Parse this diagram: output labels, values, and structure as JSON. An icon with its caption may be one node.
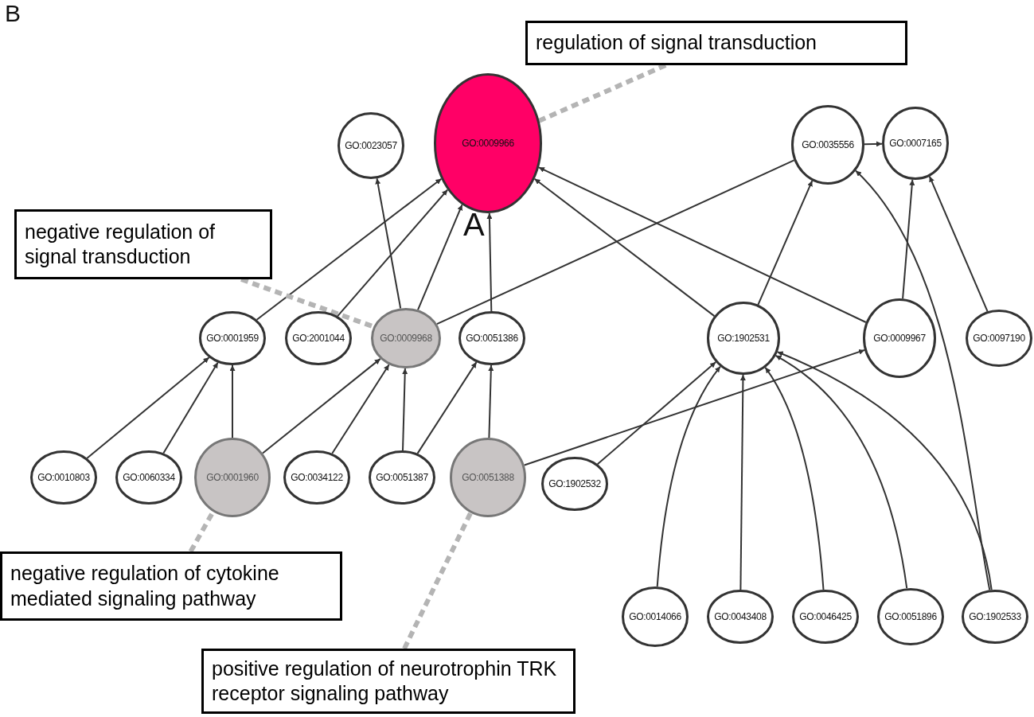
{
  "diagram": {
    "nodes": [
      {
        "text": [
          "regulation of signal transduction"
        ]
      },
      {
        "text": [
          "GO:0023057"
        ]
      },
      {
        "text": [
          "GO:0009966"
        ]
      },
      {
        "text": [
          "GO:0035556"
        ]
      },
      {
        "text": [
          "GO:0007165"
        ]
      },
      {
        "text": [
          "negative regulation of signal transduction"
        ]
      },
      {
        "text": [
          "GO:0001959"
        ]
      },
      {
        "text": [
          "GO:2001044"
        ]
      },
      {
        "text": [
          "GO:0009968"
        ]
      },
      {
        "text": [
          "GO:0051386"
        ]
      },
      {
        "text": [
          "GO:1902531"
        ]
      },
      {
        "text": [
          "GO:0009967"
        ]
      },
      {
        "text": [
          "GO:0097190"
        ]
      },
      {
        "text": [
          "GO:0010803"
        ]
      },
      {
        "text": [
          "GO:0060334"
        ]
      },
      {
        "text": [
          "GO:0001960"
        ]
      },
      {
        "text": [
          "GO:0034122"
        ]
      },
      {
        "text": [
          "GO:0051387"
        ]
      },
      {
        "text": [
          "GO:0051388"
        ]
      },
      {
        "text": [
          "GO:1902532"
        ]
      },
      {
        "text": [
          "negative regulation of cytokine mediated signaling pathway"
        ]
      },
      {
        "text": [
          "positive regulation of neurotrophin TRK receptor signaling pathway"
        ]
      },
      {
        "text": [
          "GO:0014066"
        ]
      },
      {
        "text": [
          "GO:0043408"
        ]
      },
      {
        "text": [
          "GO:0046425"
        ]
      },
      {
        "text": [
          "GO:0051896"
        ]
      },
      {
        "text": [
          "GO:1902533"
        ]
      }
    ],
    "edges": [
      {
        "from": 0,
        "to": 2,
        "arrow": "none",
        "style": "dashed",
        "color": "#b4b4b4"
      },
      {
        "from": 6,
        "to": 2,
        "arrow": "to"
      },
      {
        "from": 7,
        "to": 2,
        "arrow": "to"
      },
      {
        "from": 8,
        "to": 1,
        "arrow": "to"
      },
      {
        "from": 8,
        "to": 2,
        "arrow": "to"
      },
      {
        "from": 9,
        "to": 2,
        "arrow": "to"
      },
      {
        "from": 10,
        "to": 2,
        "arrow": "to"
      },
      {
        "from": 11,
        "to": 2,
        "arrow": "to"
      },
      {
        "from": 8,
        "to": 3,
        "arrow": "none"
      },
      {
        "from": 3,
        "to": 4,
        "arrow": "to"
      },
      {
        "from": 10,
        "to": 3,
        "arrow": "to"
      },
      {
        "from": 26,
        "to": 3,
        "arrow": "to"
      },
      {
        "from": 11,
        "to": 4,
        "arrow": "to"
      },
      {
        "from": 12,
        "to": 4,
        "arrow": "to"
      },
      {
        "from": 5,
        "to": 8,
        "arrow": "none",
        "style": "dashed",
        "color": "#b4b4b4"
      },
      {
        "from": 13,
        "to": 6,
        "arrow": "to"
      },
      {
        "from": 14,
        "to": 6,
        "arrow": "to"
      },
      {
        "from": 15,
        "to": 6,
        "arrow": "to"
      },
      {
        "from": 15,
        "to": 8,
        "arrow": "to"
      },
      {
        "from": 16,
        "to": 8,
        "arrow": "to"
      },
      {
        "from": 17,
        "to": 8,
        "arrow": "to"
      },
      {
        "from": 17,
        "to": 9,
        "arrow": "to"
      },
      {
        "from": 18,
        "to": 9,
        "arrow": "to"
      },
      {
        "from": 18,
        "to": 11,
        "arrow": "to"
      },
      {
        "from": 19,
        "to": 10,
        "arrow": "to"
      },
      {
        "from": 22,
        "to": 10,
        "arrow": "to"
      },
      {
        "from": 23,
        "to": 10,
        "arrow": "to"
      },
      {
        "from": 24,
        "to": 10,
        "arrow": "to"
      },
      {
        "from": 25,
        "to": 10,
        "arrow": "to"
      },
      {
        "from": 26,
        "to": 10,
        "arrow": "to"
      },
      {
        "from": 20,
        "to": 15,
        "arrow": "none",
        "style": "dashed",
        "color": "#b4b4b4"
      },
      {
        "from": 21,
        "to": 18,
        "arrow": "none",
        "style": "dashed",
        "color": "#b4b4b4"
      }
    ],
    "labels": [
      "B",
      "A"
    ]
  }
}
